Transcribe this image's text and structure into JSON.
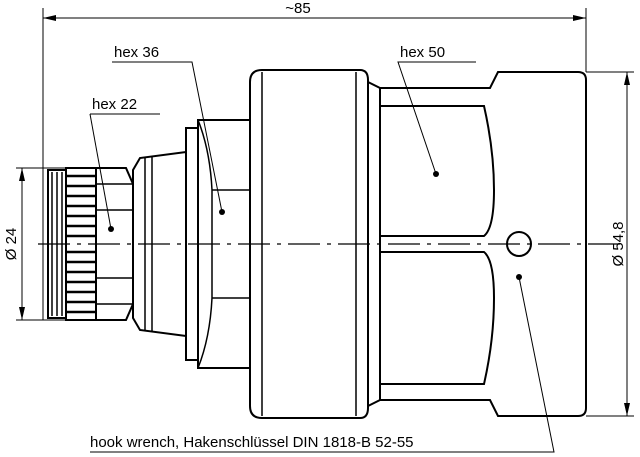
{
  "labels": {
    "overall_length": "~85",
    "hex_36": "hex 36",
    "hex_22": "hex 22",
    "hex_50": "hex 50",
    "dia_24": "Ø 24",
    "dia_54_8": "Ø 54,8",
    "hook_wrench": "hook wrench, Hakenschlüssel DIN 1818-B 52-55"
  }
}
